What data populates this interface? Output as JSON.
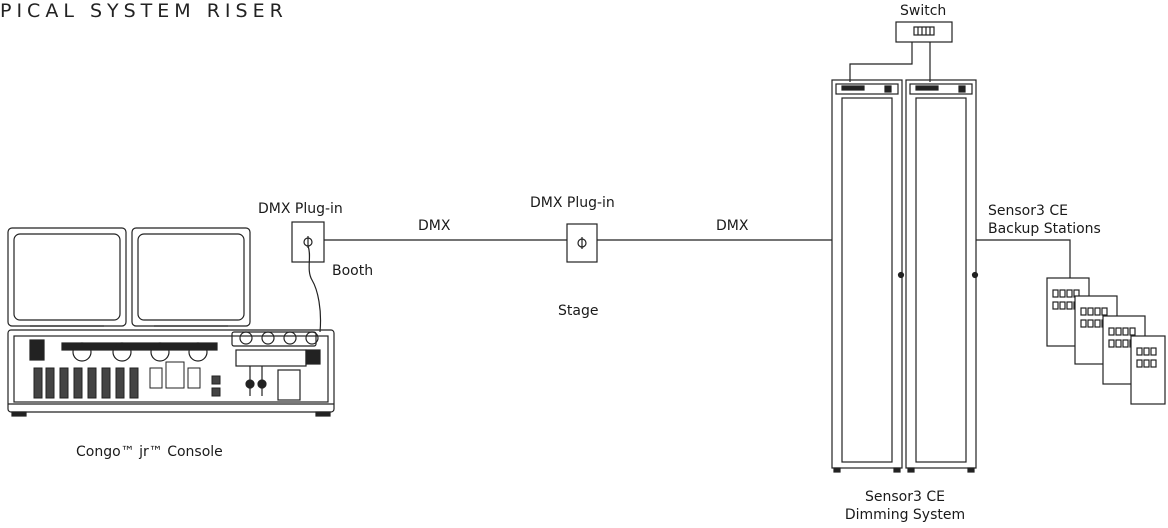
{
  "title": "PICAL SYSTEM RISER",
  "labels": {
    "switch": "Switch",
    "dmx_plugin_booth": "DMX Plug-in",
    "booth": "Booth",
    "dmx_left": "DMX",
    "dmx_plugin_stage": "DMX Plug-in",
    "stage": "Stage",
    "dmx_right": "DMX",
    "sensor_backup_line1": "Sensor3 CE",
    "sensor_backup_line2": "Backup Stations",
    "console": "Congo™ jr™ Console",
    "dimming_line1": "Sensor3 CE",
    "dimming_line2": "Dimming System"
  }
}
